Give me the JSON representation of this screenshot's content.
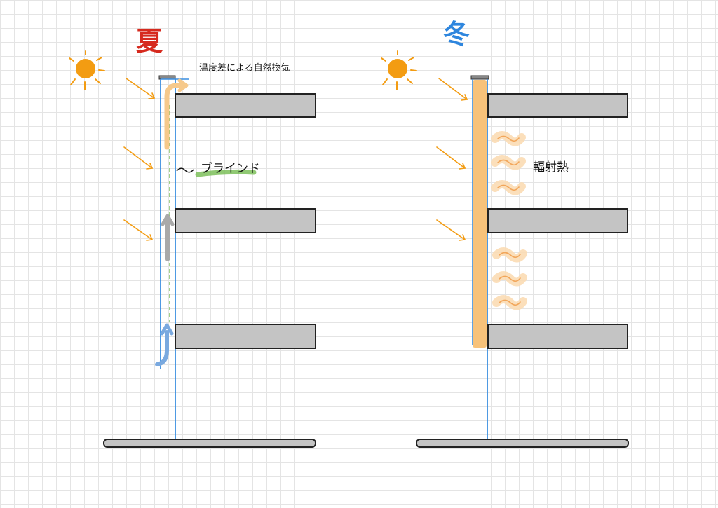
{
  "summer": {
    "title": "夏",
    "ventilation_label": "温度差による自然換気",
    "blind_label": "ブラインド"
  },
  "winter": {
    "title": "冬",
    "radiant_label": "輻射熱"
  },
  "colors": {
    "summer_title": "#d62a1e",
    "winter_title": "#2e86de",
    "sun": "#f39c12",
    "glass": "#3a8ee0",
    "slab": "#c4c4c4",
    "warm_air": "#f6c98b",
    "neutral_air": "#a9a9a9",
    "cool_air": "#7aa9df",
    "blind": "#7cbf5a",
    "heated_cavity": "#f7c27a"
  }
}
